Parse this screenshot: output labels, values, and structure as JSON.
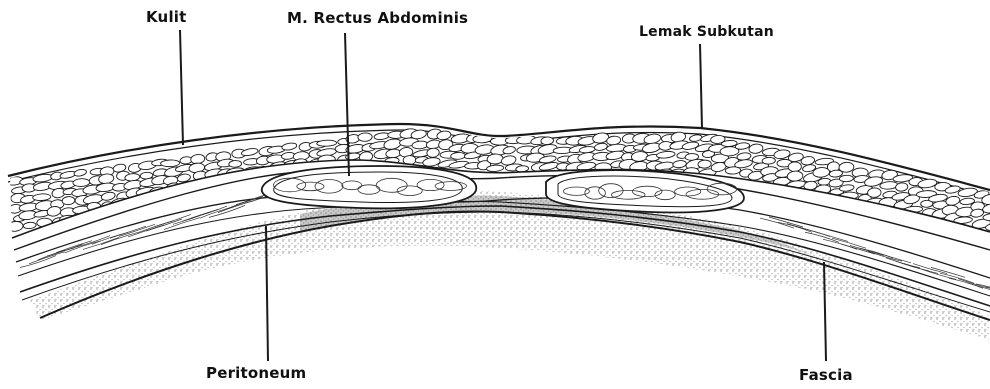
{
  "labels": {
    "kulit": "Kulit",
    "rectus": "M. Rectus Abdominis",
    "lemak": "Lemak Subkutan",
    "peritoneum": "Peritoneum",
    "fascia": "Fascia"
  },
  "colors": {
    "ink": "#1a1a1a",
    "stipple": "#9a9a9a",
    "peritoneum_shade": "#bdbdbd"
  }
}
